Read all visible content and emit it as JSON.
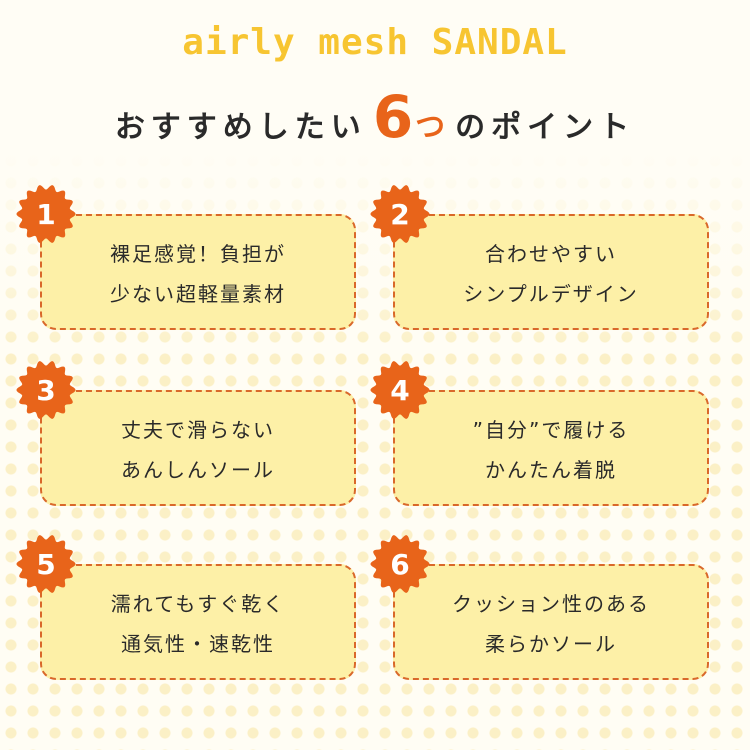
{
  "header": {
    "title_en": "airly mesh SANDAL",
    "subtitle_pre": "おすすめしたい",
    "subtitle_number": "6",
    "subtitle_tsu": "つ",
    "subtitle_post": "のポイント"
  },
  "colors": {
    "accent_orange": "#e8641a",
    "title_yellow": "#f7c531",
    "card_fill": "#fdf0a7",
    "card_border": "#d9682a"
  },
  "points": [
    {
      "number": "1",
      "line1": "裸足感覚！負担が",
      "line2": "少ない超軽量素材"
    },
    {
      "number": "2",
      "line1": "合わせやすい",
      "line2": "シンプルデザイン"
    },
    {
      "number": "3",
      "line1": "丈夫で滑らない",
      "line2": "あんしんソール"
    },
    {
      "number": "4",
      "line1": "”自分”で履ける",
      "line2": "かんたん着脱"
    },
    {
      "number": "5",
      "line1": "濡れてもすぐ乾く",
      "line2": "通気性・速乾性"
    },
    {
      "number": "6",
      "line1": "クッション性のある",
      "line2": "柔らかソール"
    }
  ]
}
